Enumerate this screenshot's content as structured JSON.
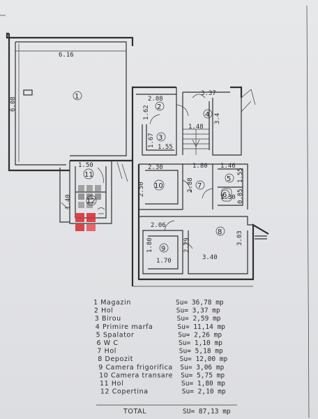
{
  "plan": {
    "dimensions": {
      "d616": "6.16",
      "d608": "6.08",
      "d208": "2.08",
      "d337": "3.37",
      "d162": "1.62",
      "d148": "1.48",
      "d34": "3.4",
      "d167": "1.67",
      "d155": "1.55",
      "d150": "1.50",
      "d230": "2.30",
      "d180a": "1.80",
      "d146": "1.46",
      "d155b": "1.55",
      "d140": "1.40",
      "d250": "2.50",
      "d288": "2.88",
      "d130": "1.30",
      "d085": "0.85",
      "d206": "2.06",
      "d303": "3.03",
      "d229": "2.29",
      "d180b": "1.80",
      "d170": "1.70",
      "d340": "3.40"
    },
    "room_numbers": [
      "1",
      "2",
      "3",
      "4",
      "5",
      "6",
      "7",
      "8",
      "9",
      "10",
      "11",
      "12"
    ]
  },
  "legend": {
    "rows": [
      {
        "label": "1  Magazin",
        "value": "Su=  36,78 mp"
      },
      {
        "label": "2  Hol",
        "value": "Su=   3,37 mp"
      },
      {
        "label": "3  Birou",
        "value": "Su=   2,59 mp"
      },
      {
        "label": "4  Primire marfa",
        "value": "Su=  11,14 mp"
      },
      {
        "label": "5  Spalator",
        "value": "Su=   2,26 mp"
      },
      {
        "label": "6  W C",
        "value": "Su=   1,10 mp"
      },
      {
        "label": "7  Hol",
        "value": "Su=   5,18 mp"
      },
      {
        "label": "8  Depozit",
        "value": "Su=  12,00 mp"
      },
      {
        "label": "9  Camera frigorifica",
        "value": "Su=   3,06 mp"
      },
      {
        "label": "10 Camera transare",
        "value": "Su=   5,75 mp"
      },
      {
        "label": "11 Hol",
        "value": "Su=   1,80 mp"
      },
      {
        "label": "12 Copertina",
        "value": "Su=   2,10 mp"
      }
    ],
    "total_label": "TOTAL",
    "total_value": "SU=  87,13  mp"
  },
  "colors": {
    "line": "#2f2f2f",
    "paper": "#e4e5e8",
    "logo_red": "#d8343a",
    "logo_grey": "#8c8c8c"
  }
}
